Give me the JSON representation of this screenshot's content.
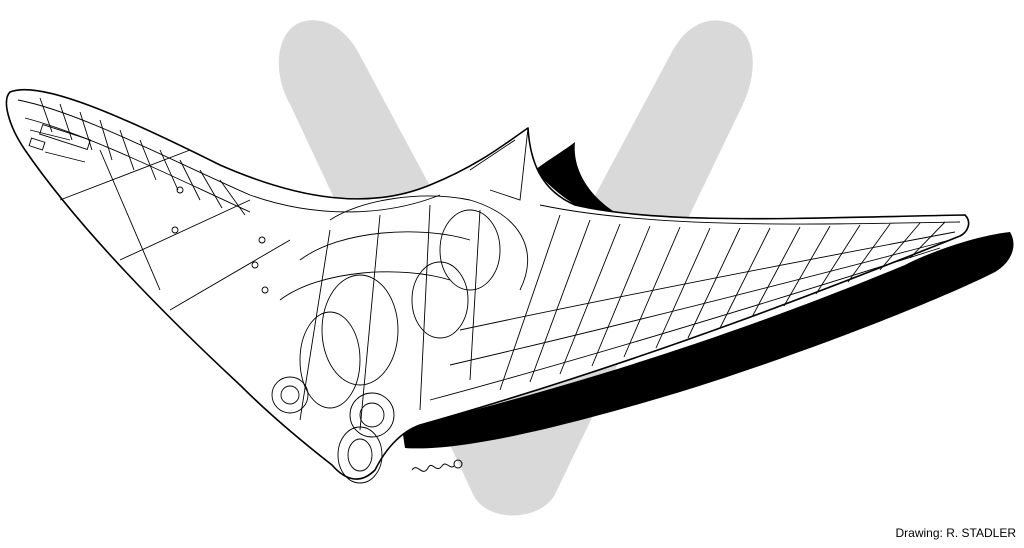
{
  "credit": "Drawing: R. STADLER",
  "colors": {
    "background": "#ffffff",
    "v_emblem": "#d9d9d9",
    "ink": "#000000"
  },
  "illustration": {
    "emblem": "v-emblem-logo",
    "subject": "flying-wing-cutaway"
  }
}
